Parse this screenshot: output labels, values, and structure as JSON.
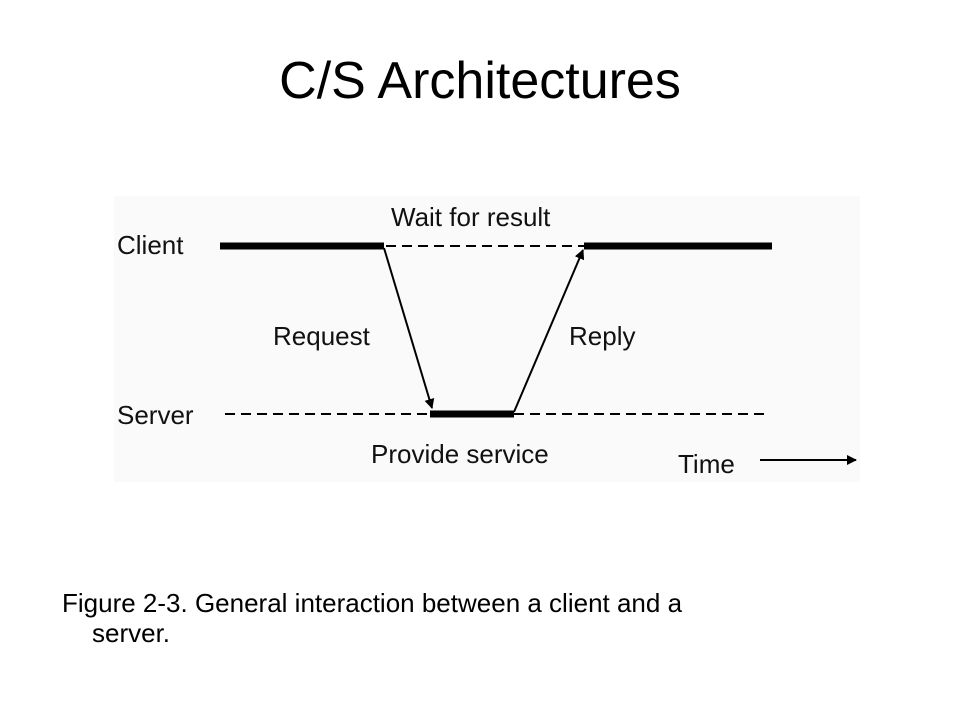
{
  "title": "C/S Architectures",
  "diagram": {
    "client_label": "Client",
    "server_label": "Server",
    "wait_label": "Wait for result",
    "request_label": "Request",
    "reply_label": "Reply",
    "service_label": "Provide service",
    "time_label": "Time"
  },
  "caption": {
    "line1": "Figure 2-3. General interaction between a client and a",
    "line2": "server."
  }
}
